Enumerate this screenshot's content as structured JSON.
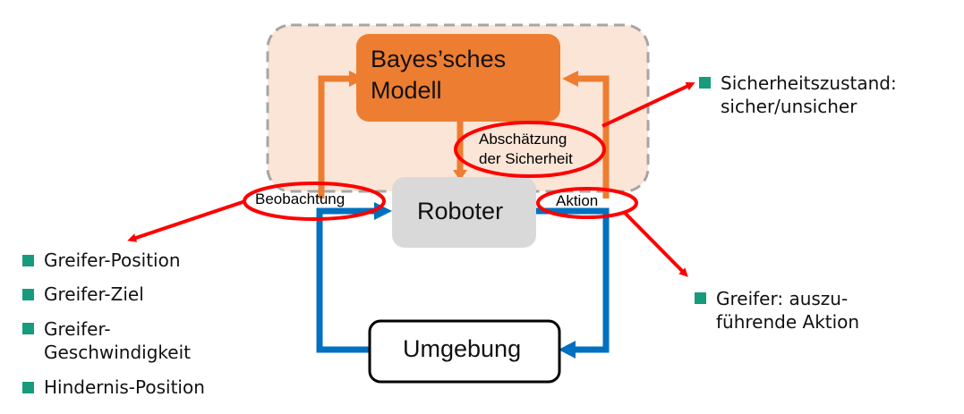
{
  "diagram": {
    "model_box": {
      "line1": "Bayes’sches",
      "line2": "Modell"
    },
    "robot_box": "Roboter",
    "environment_box": "Umgebung",
    "labels": {
      "observation": "Beobachtung",
      "action": "Aktion",
      "estimate_line1": "Abschätzung",
      "estimate_line2": "der Sicherheit"
    },
    "observation_items": [
      {
        "text": "Greifer-Position"
      },
      {
        "text": "Greifer-Ziel"
      },
      {
        "text_line1": "Greifer-",
        "text_line2": "Geschwindigkeit"
      },
      {
        "text": "Hindernis-Position"
      }
    ],
    "safety_item": {
      "line1": "Sicherheitszustand:",
      "line2": "sicher/unsicher"
    },
    "action_item": {
      "line1": "Greifer: auszu-",
      "line2": "führende Aktion"
    },
    "colors": {
      "model_fill": "#ed7d31",
      "model_region": "#fbe5d6",
      "robot_fill": "#d9d9d9",
      "blue_arrow": "#0070c0",
      "orange_arrow": "#ed7d31",
      "highlight_red": "#ff0000",
      "bullet_green": "#169b7c"
    }
  }
}
